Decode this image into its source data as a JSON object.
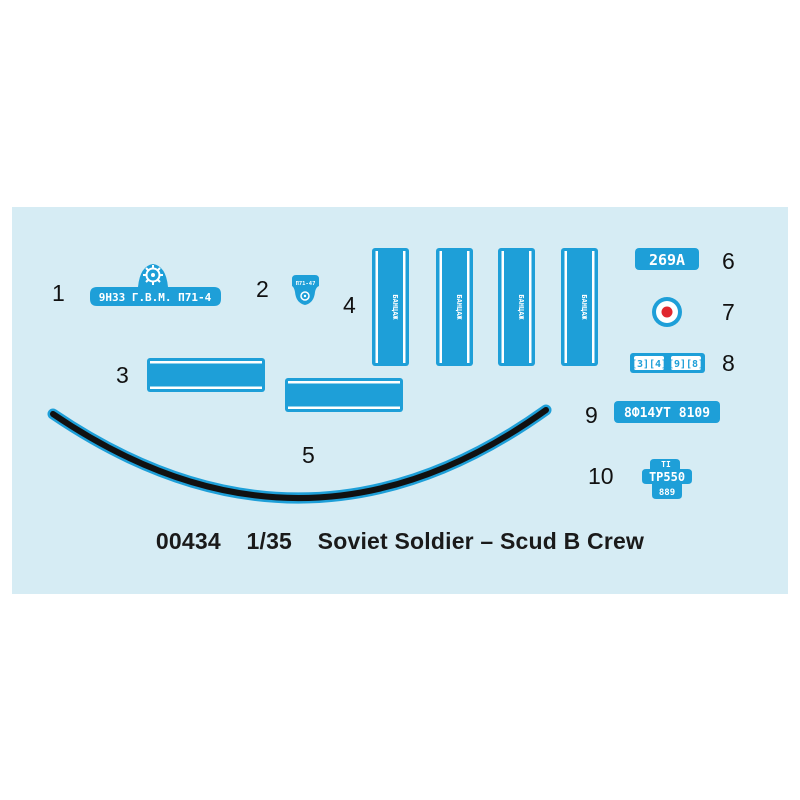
{
  "sheet": {
    "caption": {
      "code": "00434",
      "scale": "1/35",
      "title": "Soviet Soldier – Scud B Crew"
    },
    "colors": {
      "background": "#d6ecf4",
      "decal_blue": "#1e9fd8",
      "decal_white": "#ffffff",
      "decal_black": "#111111",
      "decal_red": "#e0262e"
    },
    "decals": [
      {
        "number": "1",
        "text": "9H33 Г.В.М. П71-4",
        "icon": "emblem-icon"
      },
      {
        "number": "2",
        "text": "П71-47",
        "icon": "emblem-icon"
      },
      {
        "number": "3"
      },
      {
        "number": "4",
        "text": "БАНЦАЖ"
      },
      {
        "number": "5"
      },
      {
        "number": "6",
        "text": "269A"
      },
      {
        "number": "7",
        "icon": "roundel-icon"
      },
      {
        "number": "8",
        "text_left": "[3][4]",
        "text_right": "[9][8]"
      },
      {
        "number": "9",
        "text": "8Ф14УТ 8109"
      },
      {
        "number": "10",
        "line1": "TI",
        "line2": "TP550",
        "line3": "889"
      }
    ]
  }
}
